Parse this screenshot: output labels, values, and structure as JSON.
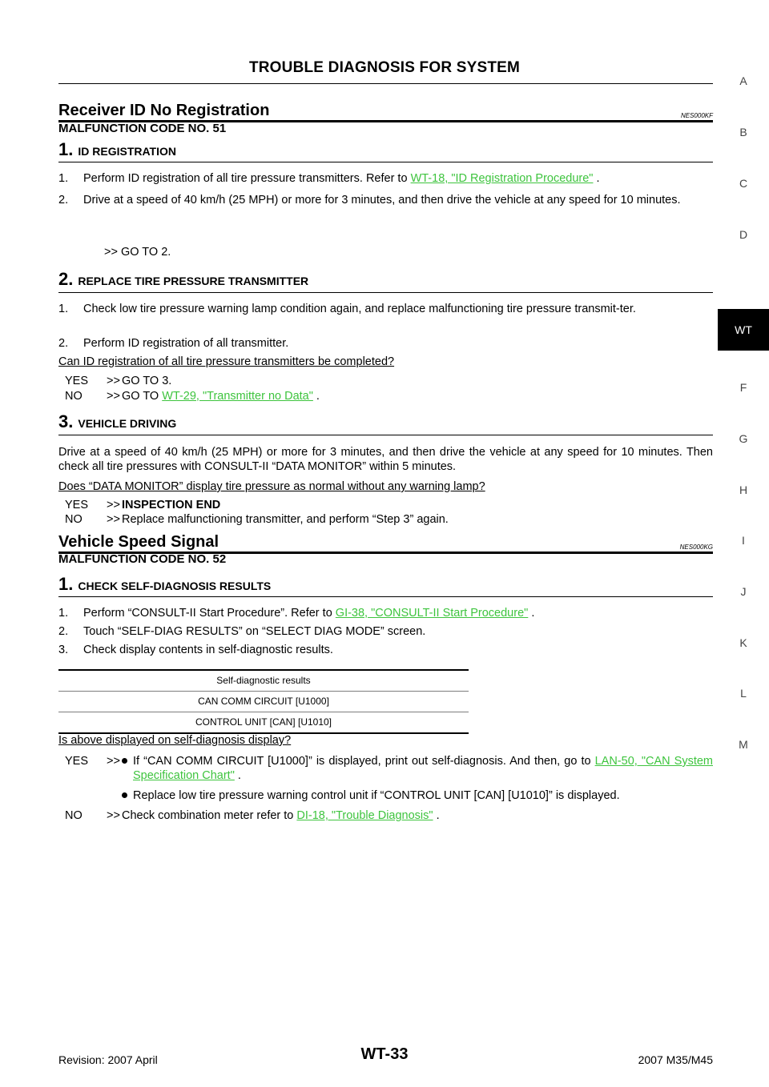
{
  "header": {
    "title": "TROUBLE DIAGNOSIS FOR SYSTEM"
  },
  "sections": [
    {
      "title": "Receiver ID No Registration",
      "code": "NES000KF",
      "subtitle": "MALFUNCTION CODE NO. 51",
      "steps": [
        {
          "num": "1.",
          "label": "ID REGISTRATION",
          "items": [
            {
              "n": "1.",
              "text": "Perform ID registration of all tire pressure transmitters. Refer to ",
              "link": "WT-18, \"ID Registration Procedure\"",
              "after": " ."
            },
            {
              "n": "2.",
              "text": "Drive at a speed of 40 km/h (25 MPH) or more for 3 minutes, and then drive the vehicle at any speed for 10 minutes."
            }
          ],
          "result": ">> GO TO 2."
        },
        {
          "num": "2.",
          "label": "REPLACE TIRE PRESSURE TRANSMITTER",
          "items": [
            {
              "n": "1.",
              "text": "Check low tire pressure warning lamp condition again, and replace malfunctioning tire pressure transmit-ter."
            },
            {
              "n": "2.",
              "text": "Perform ID registration of all transmitter."
            }
          ],
          "question": "Can ID registration of all tire pressure transmitters be completed?",
          "answers": [
            {
              "label": "YES",
              "arrow": ">>",
              "text": "GO TO 3."
            },
            {
              "label": "NO",
              "arrow": ">>",
              "text": "GO TO ",
              "link": "WT-29, \"Transmitter no Data\"",
              "after": " ."
            }
          ]
        },
        {
          "num": "3.",
          "label": "VEHICLE DRIVING",
          "paragraph": "Drive at a speed of 40 km/h (25 MPH) or more for 3 minutes, and then drive the vehicle at any speed for 10 minutes. Then check all tire pressures with CONSULT-II “DATA MONITOR” within 5 minutes.",
          "question": "Does “DATA MONITOR” display tire pressure as normal without any warning lamp?",
          "answers": [
            {
              "label": "YES",
              "arrow": ">>",
              "text": "INSPECTION END"
            },
            {
              "label": "NO",
              "arrow": ">>",
              "text": "Replace malfunctioning transmitter, and perform “Step 3” again."
            }
          ]
        }
      ]
    },
    {
      "title": "Vehicle Speed Signal",
      "code": "NES000KG",
      "subtitle": "MALFUNCTION CODE NO. 52",
      "steps": [
        {
          "num": "1.",
          "label": "CHECK SELF-DIAGNOSIS RESULTS",
          "items": [
            {
              "n": "1.",
              "text": "Perform “CONSULT-II Start Procedure”. Refer to ",
              "link": "GI-38, \"CONSULT-II Start Procedure\"",
              "after": " ."
            },
            {
              "n": "2.",
              "text": "Touch “SELF-DIAG RESULTS” on “SELECT DIAG MODE” screen."
            },
            {
              "n": "3.",
              "text": "Check display contents in self-diagnostic results."
            }
          ],
          "table": {
            "header": "Self-diagnostic results",
            "rows": [
              "CAN COMM CIRCUIT [U1000]",
              "CONTROL UNIT [CAN] [U1010]"
            ]
          },
          "question": "Is above displayed on self-diagnosis display?",
          "answers": [
            {
              "label": "YES",
              "arrow": ">>",
              "bullets": [
                {
                  "text": "If “CAN COMM CIRCUIT [U1000]” is displayed, print out self-diagnosis. And then, go to ",
                  "link": "LAN-50, \"CAN System Specification Chart\"",
                  "after": " ."
                },
                {
                  "text": "Replace low tire pressure warning control unit if “CONTROL UNIT [CAN] [U1010]” is displayed."
                }
              ]
            },
            {
              "label": "NO",
              "arrow": ">>",
              "text": "Check combination meter refer to ",
              "link": "DI-18, \"Trouble Diagnosis\"",
              "after": " ."
            }
          ]
        }
      ]
    }
  ],
  "side_tabs": {
    "letters": [
      "A",
      "B",
      "C",
      "D",
      "F",
      "G",
      "H",
      "I",
      "J",
      "K",
      "L",
      "M"
    ],
    "active": "WT"
  },
  "footer": {
    "revision": "Revision: 2007 April",
    "page": "WT-33",
    "model": "2007 M35/M45"
  }
}
